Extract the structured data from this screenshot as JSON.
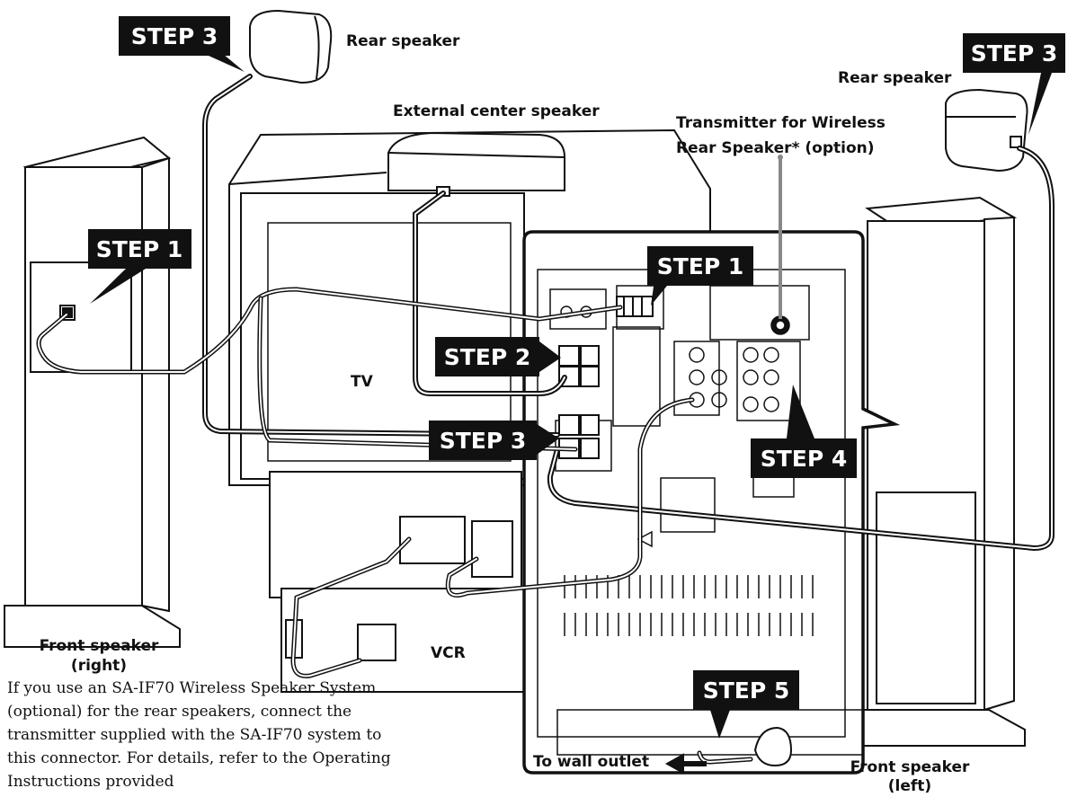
{
  "labels": {
    "rear_speaker_right": "Rear speaker",
    "rear_speaker_left": "Rear speaker",
    "center_speaker": "External center speaker",
    "transmitter_line1": "Transmitter for Wireless",
    "transmitter_line2": "Rear Speaker* (option)",
    "tv": "TV",
    "vcr": "VCR",
    "front_right_line1": "Front speaker",
    "front_right_line2": "(right)",
    "front_left_line1": "Front speaker",
    "front_left_line2": "(left)",
    "wall_outlet": "To wall outlet"
  },
  "steps": {
    "step3_top_left": "STEP 3",
    "step3_top_right": "STEP 3",
    "step1_left": "STEP 1",
    "step1_right": "STEP 1",
    "step2": "STEP 2",
    "step3_panel": "STEP 3",
    "step4": "STEP 4",
    "step5": "STEP 5"
  },
  "footnote": "If you use an SA-IF70 Wireless Speaker System (optional) for the rear speakers, connect the transmitter supplied with the SA-IF70 system to this connector.  For details, refer to the Operating Instructions provided"
}
